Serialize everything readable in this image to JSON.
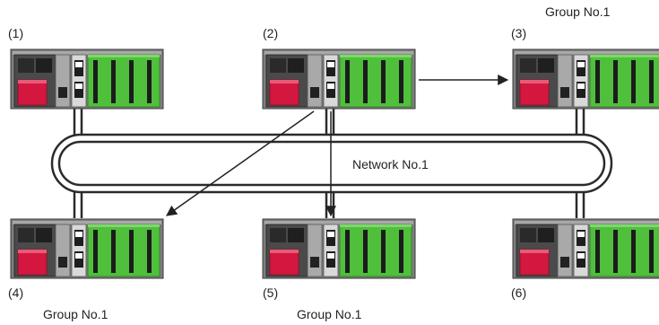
{
  "stations": [
    {
      "number": "(1)",
      "group": ""
    },
    {
      "number": "(2)",
      "group": ""
    },
    {
      "number": "(3)",
      "group": "Group No.1"
    },
    {
      "number": "(4)",
      "group": "Group No.1"
    },
    {
      "number": "(5)",
      "group": "Group No.1"
    },
    {
      "number": "(6)",
      "group": ""
    }
  ],
  "network": {
    "label": "Network No.1"
  },
  "colors": {
    "cable": "#2b2b2b",
    "module_green": "#4fbf3c",
    "cpu_red": "#d4173f",
    "rack_gray": "#8c8c8c",
    "arrow": "#222222"
  }
}
